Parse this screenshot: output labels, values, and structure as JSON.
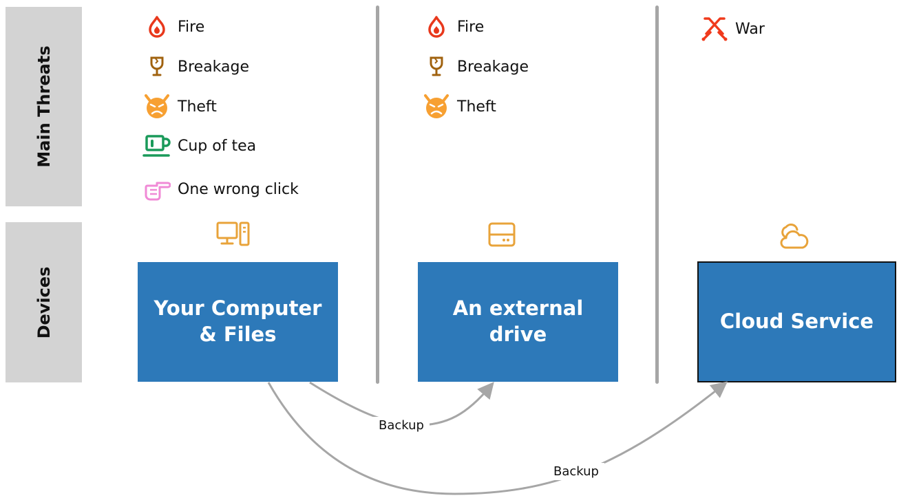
{
  "rows": {
    "threats_label": "Main Threats",
    "devices_label": "Devices"
  },
  "columns": [
    {
      "threats": [
        {
          "icon": "fire-icon",
          "label": "Fire"
        },
        {
          "icon": "broken-glass-icon",
          "label": "Breakage"
        },
        {
          "icon": "devil-face-icon",
          "label": "Theft"
        },
        {
          "icon": "cup-of-tea-icon",
          "label": "Cup of tea"
        },
        {
          "icon": "pointing-hand-icon",
          "label": "One wrong click"
        }
      ],
      "device_icon": "desktop-computer-icon",
      "device_label": "Your Computer & Files"
    },
    {
      "threats": [
        {
          "icon": "fire-icon",
          "label": "Fire"
        },
        {
          "icon": "broken-glass-icon",
          "label": "Breakage"
        },
        {
          "icon": "devil-face-icon",
          "label": "Theft"
        }
      ],
      "device_icon": "hard-drive-icon",
      "device_label": "An external drive"
    },
    {
      "threats": [
        {
          "icon": "crossed-swords-icon",
          "label": "War"
        }
      ],
      "device_icon": "cloud-icon",
      "device_label": "Cloud Service"
    }
  ],
  "edges": [
    {
      "from": "Your Computer & Files",
      "to": "An external drive",
      "label": "Backup"
    },
    {
      "from": "Your Computer & Files",
      "to": "Cloud Service",
      "label": "Backup"
    }
  ],
  "colors": {
    "device_box": "#2d79b9",
    "device_icon": "#e8a33a",
    "row_label_bg": "#d3d3d3",
    "divider": "#a6a6a6",
    "fire": "#e8381c",
    "breakage": "#a0620f",
    "theft": "#f7a032",
    "tea": "#1a9a5a",
    "click": "#f08ad6",
    "war": "#f03a1c"
  }
}
